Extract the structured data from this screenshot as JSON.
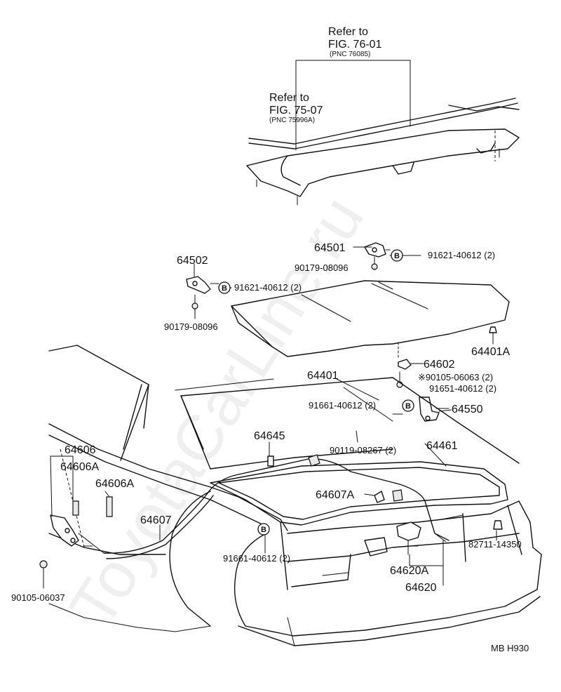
{
  "refs": [
    {
      "line1": "Refer to",
      "line2": "FIG. 76-01",
      "pnc": "(PNC 76085)"
    },
    {
      "line1": "Refer to",
      "line2": "FIG. 75-07",
      "pnc": "(PNC 75996A)"
    }
  ],
  "labels": {
    "p64502": "64502",
    "p64501": "64501",
    "b91621_right": "91621-40612 (2)",
    "p90179_top": "90179-08096",
    "b91621_left": "91621-40612 (2)",
    "p90179_left": "90179-08096",
    "p64401A": "64401A",
    "p64401": "64401",
    "p64602": "64602",
    "p90105_06063": "※90105-06063 (2)",
    "p91651": "91651-40612 (2)",
    "b91661_top": "91661-40612 (2)",
    "p64550": "64550",
    "p64645": "64645",
    "p90119": "90119-08267 (2)",
    "p64461": "64461",
    "p64606": "64606",
    "p64606A_1": "64606A",
    "p64606A_2": "64606A",
    "p64607": "64607",
    "p64607A": "64607A",
    "b91661_bottom": "91661-40612 (2)",
    "p82711": "82711-14350",
    "p64620A": "64620A",
    "p64620": "64620",
    "p90105_06037": "90105-06037"
  },
  "badge_letter": "B",
  "footer": "MB  H930",
  "watermark": "ToyotaCarLine.ru"
}
